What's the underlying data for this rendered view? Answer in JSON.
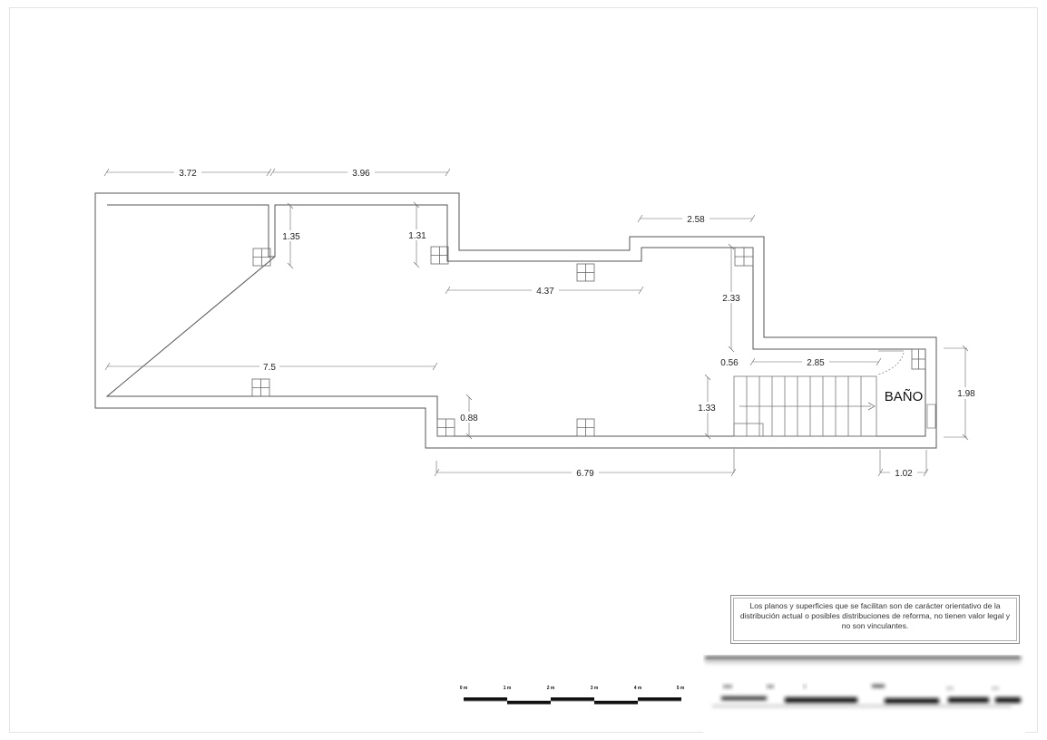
{
  "plan": {
    "room_label": "BAÑO",
    "dimensions": {
      "top_left": "3.72",
      "top_right": "3.96",
      "upper_right": "2.58",
      "left_depth": "1.35",
      "right_depth": "1.31",
      "corridor": "4.37",
      "right_wall": "2.33",
      "step": "0.56",
      "stairs_width": "2.85",
      "bath_height": "1.98",
      "left_overall": "7.5",
      "lower_step": "0.88",
      "stairs_height": "1.33",
      "bottom": "6.79",
      "bath_width": "1.02"
    }
  },
  "scale_bar": {
    "labels": [
      "0 m",
      "1 m",
      "2 m",
      "3 m",
      "4 m",
      "5 m"
    ]
  },
  "disclaimer": {
    "text": "Los planos y superficies que se facilitan son de carácter orientativo de la distribución actual o posibles distribuciones de reforma, no tienen valor legal y no son vinculantes."
  },
  "colors": {
    "wall": "#555555",
    "dimension_line": "#666666",
    "text": "#222222"
  }
}
